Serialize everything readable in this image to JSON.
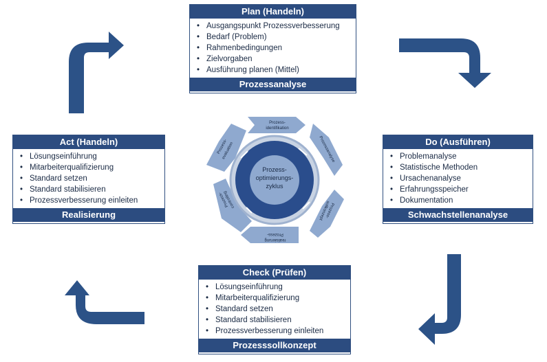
{
  "plan": {
    "title": "Plan (Handeln)",
    "items": [
      "Ausgangspunkt Prozessverbesserung",
      "Bedarf (Problem)",
      "Rahmenbedingungen",
      "Zielvorgaben",
      "Ausführung planen (Mittel)"
    ],
    "footer": "Prozessanalyse"
  },
  "do": {
    "title": "Do (Ausführen)",
    "items": [
      "Problemanalyse",
      "Statistische Methoden",
      "Ursachenanalyse",
      "Erfahrungsspeicher",
      "Dokumentation"
    ],
    "footer": "Schwachstellenanalyse"
  },
  "check": {
    "title": "Check (Prüfen)",
    "items": [
      "Lösungseinführung",
      "Mitarbeiterqualifizierung",
      "Standard setzen",
      "Standard stabilisieren",
      "Prozessverbesserung einleiten"
    ],
    "footer": "Prozesssollkonzept"
  },
  "act": {
    "title": "Act (Handeln)",
    "items": [
      "Lösungseinführung",
      "Mitarbeiterqualifizierung",
      "Standard setzen",
      "Standard stabilisieren",
      "Prozessverbesserung einleiten"
    ],
    "footer": "Realisierung"
  },
  "cycle": {
    "center_line1": "Prozess-",
    "center_line2": "optimierungs-",
    "center_line3": "zyklus",
    "step_top": [
      "Prozess-",
      "identifikation"
    ],
    "step_right_top": "Prozessanalyse",
    "step_right_bottom": [
      "Prozess-",
      "sollkonzept"
    ],
    "step_bottom": [
      "Prozess-",
      "realisierung"
    ],
    "step_left_bottom": [
      "Prozess-",
      "controlling"
    ],
    "step_left_top": [
      "Prozess-",
      "evaluation"
    ]
  },
  "colors": {
    "header": "#2c4c80",
    "arrow": "#2c5287",
    "cycle_light": "#8fa9cf",
    "cycle_dark": "#2a4d8c"
  }
}
